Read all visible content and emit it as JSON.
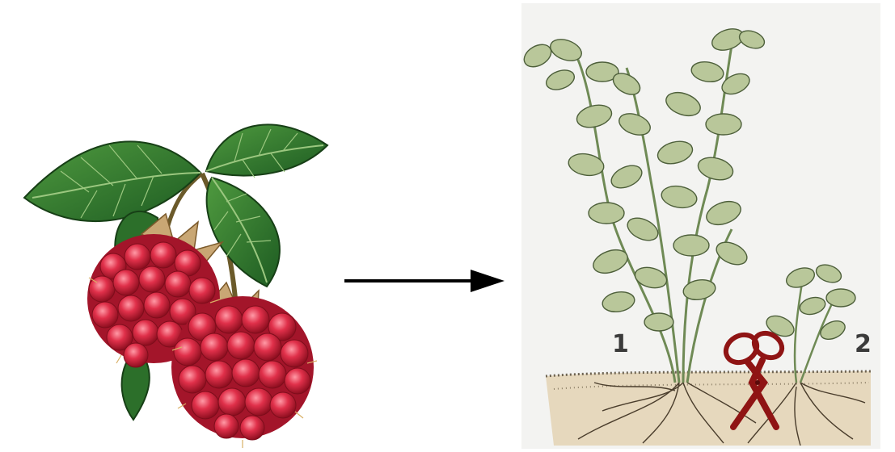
{
  "figure": {
    "left_image": {
      "icon": "raspberry-branch-illustration"
    },
    "connector": {
      "icon": "right-arrow"
    },
    "right_image": {
      "icon": "raspberry-bushes-in-soil",
      "plants": [
        {
          "label": "1"
        },
        {
          "label": "2"
        }
      ],
      "tool": {
        "icon": "scissors-icon"
      }
    }
  },
  "colors": {
    "berry_red": "#d8243f",
    "leaf_green": "#2f7a2c",
    "bush_leaf": "#b9c79a",
    "soil": "#e6d8bd",
    "scissors": "#8f1414"
  }
}
